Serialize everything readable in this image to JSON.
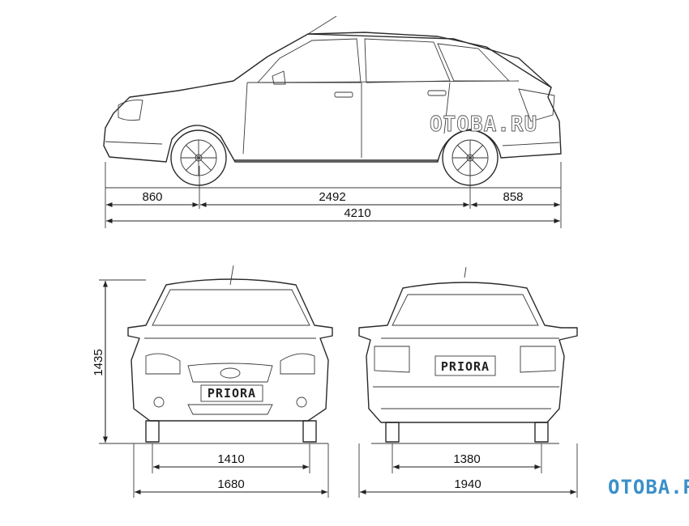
{
  "watermarks": {
    "top": "OTOBA.RU",
    "bottom": "OTOBA.RU"
  },
  "plates": {
    "front": "PRIORA",
    "rear": "PRIORA"
  },
  "dimensions": {
    "front_overhang": "860",
    "wheelbase": "2492",
    "rear_overhang": "858",
    "length": "4210",
    "height": "1435",
    "front_track": "1410",
    "front_width": "1680",
    "rear_track": "1380",
    "mirror_width": "1940"
  },
  "colors": {
    "line": "#2a2a2a",
    "watermark_bottom": "#3b8fc9"
  }
}
